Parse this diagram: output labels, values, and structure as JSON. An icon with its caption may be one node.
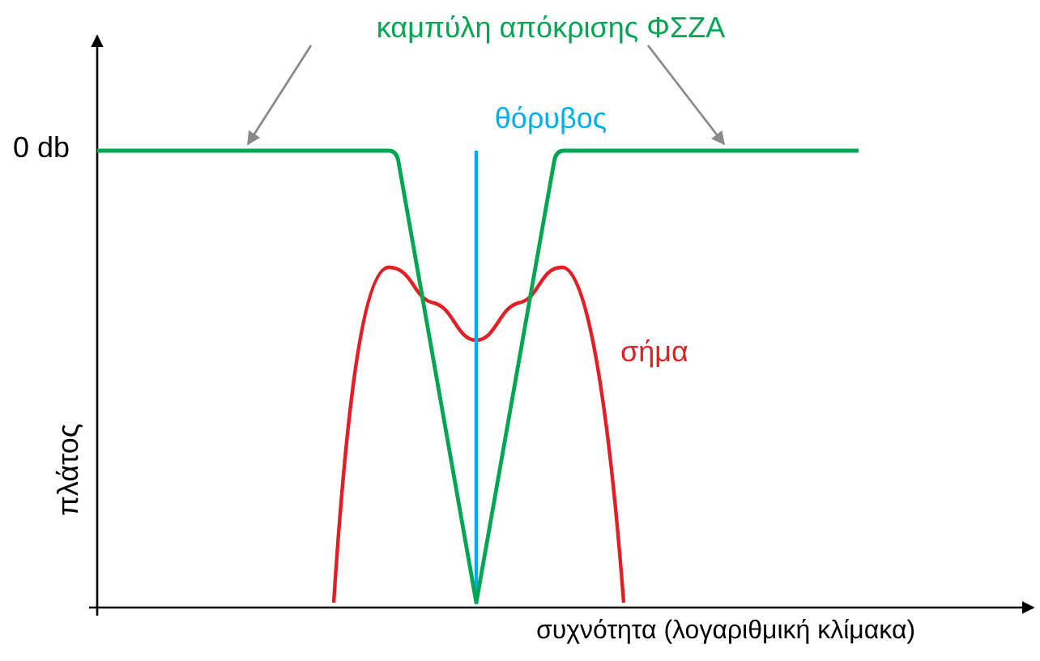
{
  "diagram": {
    "nodes": [
      {
        "text": [
          "καμπύλη απόκρισης ΦΣΖΑ"
        ]
      },
      {
        "text": [],
        "shape": "curve"
      }
    ],
    "edges": [
      {
        "from": 0,
        "to": 1,
        "arrow": "to"
      },
      {
        "from": 0,
        "to": 1,
        "arrow": "to"
      }
    ],
    "labels": [
      "0 db",
      "θόρυβος",
      "σήμα",
      "πλάτος",
      "συχνότητα (λογαριθμική κλίμακα)"
    ]
  }
}
